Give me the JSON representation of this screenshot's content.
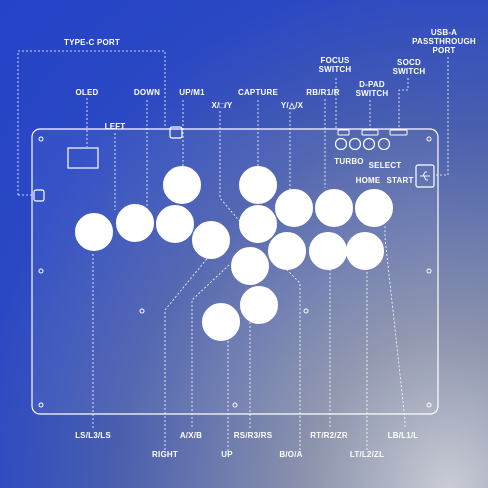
{
  "labels": {
    "type_c_port": "TYPE-C PORT",
    "oled": "OLED",
    "left": "LEFT",
    "down": "DOWN",
    "up_m1": "UP/M1",
    "x_sq_y": "X/□/Y",
    "capture": "CAPTURE",
    "y_tri_x": "Y/△/X",
    "rb_r1_r": "RB/R1/R",
    "focus_switch_1": "FOCUS",
    "focus_switch_2": "SWITCH",
    "dpad_switch_1": "D-PAD",
    "dpad_switch_2": "SWITCH",
    "socd_switch_1": "SOCD",
    "socd_switch_2": "SWITCH",
    "usb_a_1": "USB-A",
    "usb_a_2": "PASSTHROUGH",
    "usb_a_3": "PORT",
    "turbo": "TURBO",
    "select": "SELECT",
    "home": "HOME",
    "start": "START",
    "ls_l3_ls": "LS/L3/LS",
    "a_x_b": "A/X/B",
    "rs_r3_rs": "RS/R3/RS",
    "rt_r2_zr": "RT/R2/ZR",
    "lb_l1_l": "LB/L1/L",
    "right": "RIGHT",
    "up": "UP",
    "b_o_a": "B/O/A",
    "lt_l2_zl": "LT/L2/ZL"
  },
  "colors": {
    "line": "#ffffff",
    "button": "#ffffff",
    "panel_border": "#ffffff"
  },
  "icons": {
    "usb_port": "usb-symbol-icon"
  }
}
